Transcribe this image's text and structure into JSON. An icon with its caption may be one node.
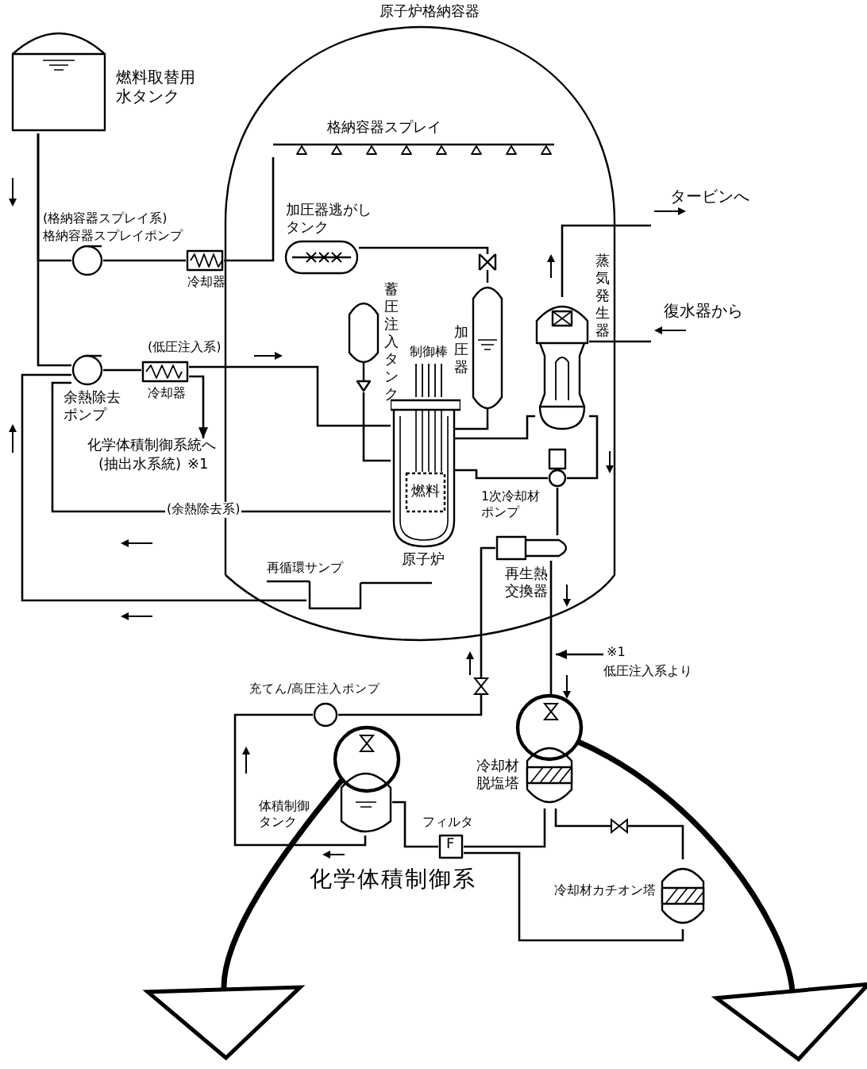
{
  "diagram": {
    "nodes": [
      {
        "text": [
          "原子炉格納容器"
        ]
      },
      {
        "text": [
          "燃料取替用水タンク"
        ]
      },
      {
        "text": [
          "(格納容器スプレイ系)",
          "格納容器スプレイポンプ"
        ]
      },
      {
        "text": [
          "冷却器"
        ]
      },
      {
        "text": [
          "格納容器スプレイ"
        ],
        "in": 0
      },
      {
        "text": [
          "加圧器逃がしタンク"
        ],
        "in": 0
      },
      {
        "text": [
          "蓄圧注入タンク"
        ],
        "in": 0
      },
      {
        "text": [
          "制御棒"
        ],
        "in": 0
      },
      {
        "text": [
          "原子炉"
        ],
        "in": 0
      },
      {
        "text": [
          "燃料"
        ],
        "in": 8
      },
      {
        "text": [
          "加圧器"
        ],
        "in": 0
      },
      {
        "text": [
          "蒸気発生器"
        ],
        "in": 0
      },
      {
        "text": [
          "タービンへ"
        ]
      },
      {
        "text": [
          "復水器から"
        ]
      },
      {
        "text": [
          "余熱除去ポンプ"
        ]
      },
      {
        "text": [
          "冷却器"
        ]
      },
      {
        "text": [
          "化学体積制御系統へ",
          "(抽出水系統)"
        ],
        "beside": [
          "※1"
        ]
      },
      {
        "text": [
          "1次冷却材ポンプ"
        ],
        "in": 0
      },
      {
        "text": [
          "再循環サンプ"
        ],
        "in": 0
      },
      {
        "text": [
          "再生熱交換器"
        ],
        "in": 0
      },
      {
        "text": [
          "※1",
          "低圧注入系より"
        ]
      },
      {
        "text": [
          "充てん/高圧注入ポンプ"
        ]
      },
      {
        "text": [],
        "shape": "circle"
      },
      {
        "text": [
          "体積制御タンク"
        ]
      },
      {
        "text": [],
        "shape": "circle"
      },
      {
        "text": [
          "冷却材脱塩塔"
        ]
      },
      {
        "text": [
          "フィルタ",
          "F"
        ]
      },
      {
        "text": [
          "冷却材カチオン塔"
        ]
      }
    ],
    "edges": [
      {
        "from": 1,
        "to": 2,
        "arrow": "none"
      },
      {
        "from": 1,
        "to": 14,
        "arrow": "none"
      },
      {
        "from": 2,
        "to": 3,
        "arrow": "none"
      },
      {
        "from": 3,
        "to": 4,
        "arrow": "none"
      },
      {
        "from": 14,
        "to": 15,
        "arrow": "none"
      },
      {
        "from": 15,
        "to": 8,
        "arrow": "none",
        "label": "(低圧注入系)"
      },
      {
        "from": 15,
        "to": 16,
        "arrow": "to"
      },
      {
        "from": 8,
        "to": 14,
        "arrow": "none",
        "label": "(余熱除去系)"
      },
      {
        "from": 18,
        "to": 14,
        "arrow": "none"
      },
      {
        "from": 6,
        "to": 8,
        "arrow": "none"
      },
      {
        "from": 10,
        "to": 5,
        "arrow": "none"
      },
      {
        "from": 10,
        "to": 8,
        "arrow": "none"
      },
      {
        "from": 8,
        "to": 11,
        "arrow": "none"
      },
      {
        "from": 11,
        "to": 12,
        "arrow": "none"
      },
      {
        "from": 13,
        "to": 11,
        "arrow": "none"
      },
      {
        "from": 11,
        "to": 17,
        "arrow": "none"
      },
      {
        "from": 17,
        "to": 8,
        "arrow": "none"
      },
      {
        "from": 17,
        "to": 19,
        "arrow": "none"
      },
      {
        "from": 19,
        "to": 24,
        "arrow": "none"
      },
      {
        "from": 20,
        "to": null,
        "arrow": "to"
      },
      {
        "from": 21,
        "to": 19,
        "arrow": "none"
      },
      {
        "from": 23,
        "to": 21,
        "arrow": "none"
      },
      {
        "from": 26,
        "to": 23,
        "arrow": "none"
      },
      {
        "from": 25,
        "to": 26,
        "arrow": "none"
      },
      {
        "from": 25,
        "to": 27,
        "arrow": "none"
      },
      {
        "from": 27,
        "to": 26,
        "arrow": "none"
      },
      {
        "from": 22,
        "to": null,
        "arrow": "to",
        "style": "thick"
      },
      {
        "from": 24,
        "to": null,
        "arrow": "to",
        "style": "thick"
      }
    ],
    "labels": [
      "化学体積制御系"
    ]
  }
}
